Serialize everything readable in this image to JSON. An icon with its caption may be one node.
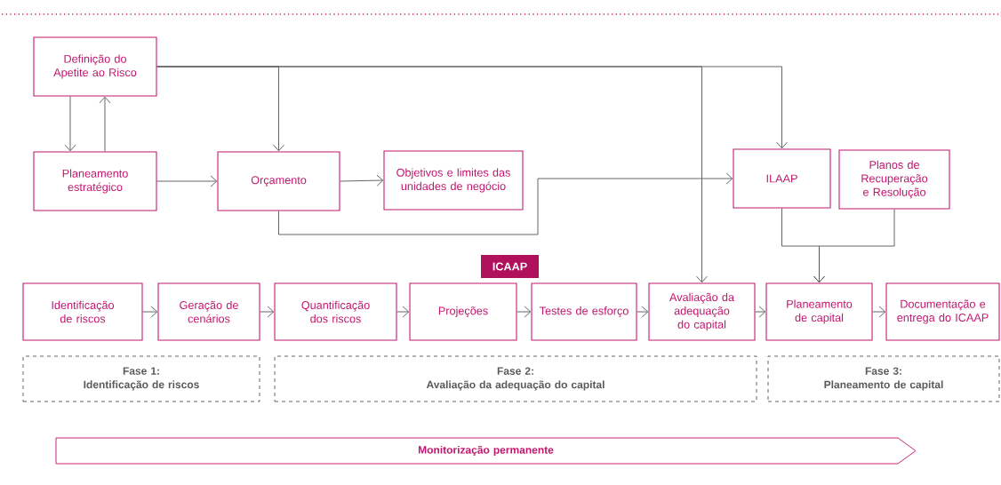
{
  "diagram": {
    "nodes": [
      {
        "text": [
          "Definição do Apetite ao Risco"
        ]
      },
      {
        "text": [
          "Planeamento estratégico"
        ]
      },
      {
        "text": [
          "Orçamento"
        ]
      },
      {
        "text": [
          "Objetivos e limites das unidades de negócio"
        ]
      },
      {
        "text": [
          "ILAAP"
        ]
      },
      {
        "text": [
          "Planos de Recuperação e Resolução"
        ]
      },
      {
        "text": [
          "ICAAP"
        ]
      },
      {
        "text": [
          "Identificação de riscos"
        ]
      },
      {
        "text": [
          "Geração de cenários"
        ]
      },
      {
        "text": [
          "Quantificação dos riscos"
        ]
      },
      {
        "text": [
          "Projeções"
        ]
      },
      {
        "text": [
          "Testes de esforço"
        ]
      },
      {
        "text": [
          "Avaliação da adequação do capital"
        ]
      },
      {
        "text": [
          "Planeamento de capital"
        ]
      },
      {
        "text": [
          "Documentação e entrega do ICAAP"
        ]
      },
      {
        "text": [
          "Fase 1:",
          "Identificação de riscos"
        ]
      },
      {
        "text": [
          "Fase 2:",
          "Avaliação da adequação do capital"
        ]
      },
      {
        "text": [
          "Fase 3:",
          "Planeamento de capital"
        ]
      },
      {
        "text": [
          "Monitorização permanente"
        ]
      }
    ],
    "edges": [
      {
        "from": 0,
        "to": 1,
        "arrow": "to"
      },
      {
        "from": 1,
        "to": 0,
        "arrow": "to"
      },
      {
        "from": 1,
        "to": 2,
        "arrow": "to"
      },
      {
        "from": 0,
        "to": 2,
        "arrow": "to"
      },
      {
        "from": 0,
        "to": 12,
        "arrow": "to"
      },
      {
        "from": 0,
        "to": 4,
        "arrow": "to"
      },
      {
        "from": 2,
        "to": 3,
        "arrow": "to"
      },
      {
        "from": 2,
        "to": 4,
        "arrow": "to"
      },
      {
        "from": 4,
        "to": 13,
        "arrow": "to"
      },
      {
        "from": 5,
        "to": 13,
        "arrow": "to"
      },
      {
        "from": 7,
        "to": 8,
        "arrow": "to"
      },
      {
        "from": 8,
        "to": 9,
        "arrow": "to"
      },
      {
        "from": 9,
        "to": 10,
        "arrow": "to"
      },
      {
        "from": 10,
        "to": 11,
        "arrow": "to"
      },
      {
        "from": 11,
        "to": 12,
        "arrow": "to"
      },
      {
        "from": 12,
        "to": 13,
        "arrow": "to"
      },
      {
        "from": 13,
        "to": 14,
        "arrow": "to"
      }
    ]
  }
}
